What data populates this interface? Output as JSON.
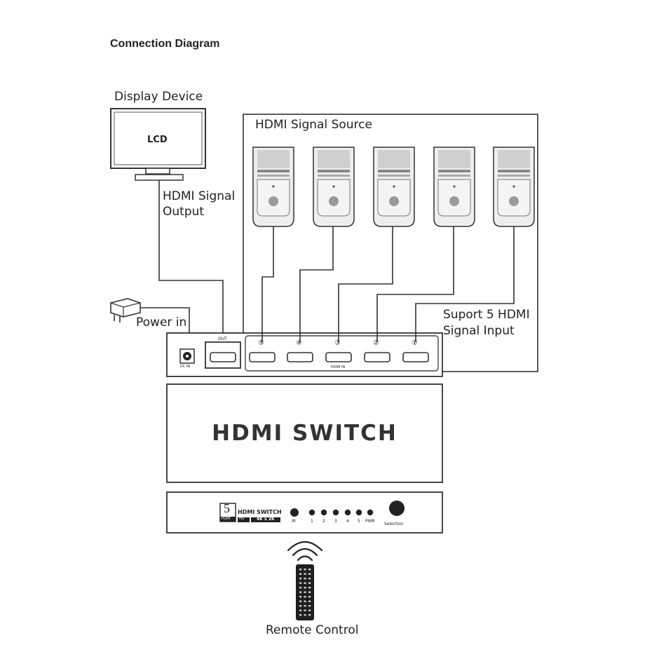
{
  "title": "Connection Diagram",
  "display": {
    "label": "Display Device",
    "screen_text": "LCD",
    "output_label_line1": "HDMI Signal",
    "output_label_line2": "Output"
  },
  "source": {
    "label": "HDMI Signal Source",
    "computer_count": 5
  },
  "power": {
    "label": "Power in"
  },
  "input_note": {
    "line1": "Suport 5 HDMI",
    "line2": "Signal Input"
  },
  "rear_panel": {
    "dc_label": "DC IN",
    "out_label": "OUT",
    "in_label": "HDMI IN",
    "port_numbers": [
      "⑤",
      "④",
      "③",
      "②",
      "①"
    ]
  },
  "switch": {
    "name": "HDMI SWITCH"
  },
  "front_panel": {
    "badge_number": "5",
    "badge_port": "PORT",
    "brand_line1": "HDMI SWITCH",
    "brand_hd": "HD",
    "brand_res": "4K x 2K",
    "ir_label": "IR",
    "leds": [
      "1",
      "2",
      "3",
      "4",
      "5",
      "PWR"
    ],
    "selection_label": "Selection"
  },
  "remote": {
    "label": "Remote Control"
  },
  "colors": {
    "line": "#333333",
    "panel_fill": "#ffffff",
    "computer_body": "#eeeeee",
    "computer_top": "#cfcfcf"
  }
}
